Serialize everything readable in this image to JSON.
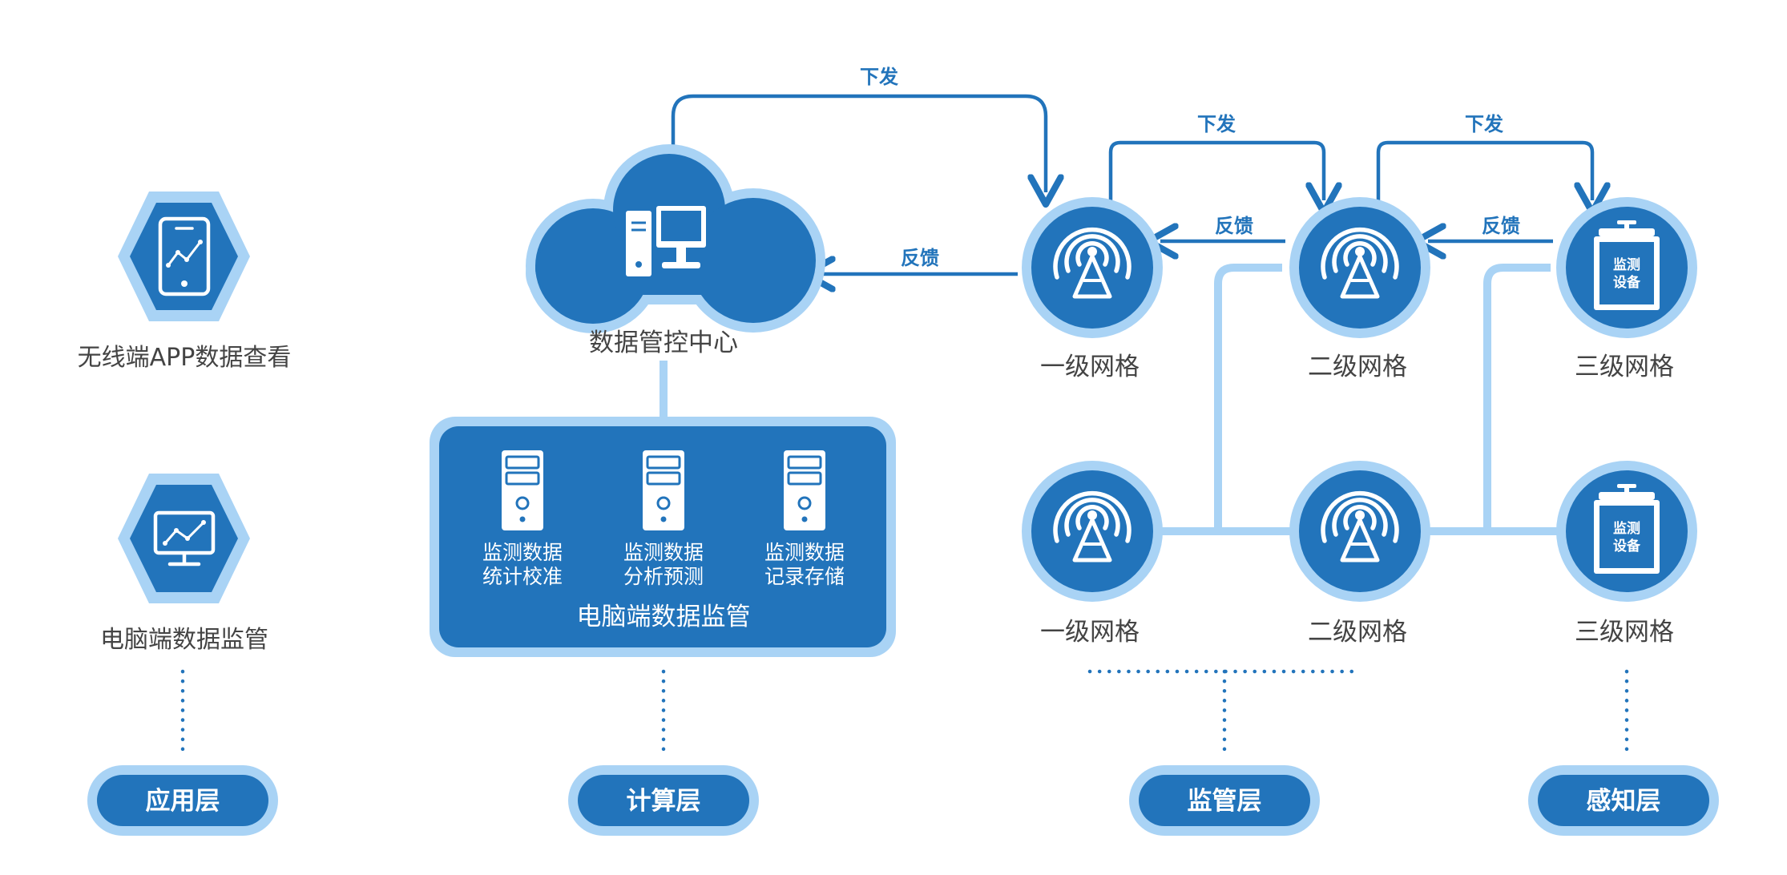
{
  "colors": {
    "primary": "#2274BB",
    "light": "#A9D3F5",
    "dot": "#2274BB",
    "text": "#444444",
    "white": "#ffffff"
  },
  "application_items": [
    {
      "label": "无线端APP数据查看",
      "icon": "smartphone-chart-icon"
    },
    {
      "label": "电脑端数据监管",
      "icon": "monitor-chart-icon"
    }
  ],
  "cloud": {
    "label": "数据管控中心",
    "icon": "desktop-computer-icon"
  },
  "pc_box": {
    "title": "电脑端数据监管",
    "servers": [
      {
        "line1": "监测数据",
        "line2": "统计校准"
      },
      {
        "line1": "监测数据",
        "line2": "分析预测"
      },
      {
        "line1": "监测数据",
        "line2": "记录存储"
      }
    ]
  },
  "grid_nodes": [
    {
      "label": "一级网格",
      "icon": "signal-tower-icon"
    },
    {
      "label": "二级网格",
      "icon": "signal-tower-icon"
    },
    {
      "label": "三级网格",
      "icon": "monitoring-device-icon",
      "device_line1": "监测",
      "device_line2": "设备"
    },
    {
      "label": "一级网格",
      "icon": "signal-tower-icon"
    },
    {
      "label": "二级网格",
      "icon": "signal-tower-icon"
    },
    {
      "label": "三级网格",
      "icon": "monitoring-device-icon",
      "device_line1": "监测",
      "device_line2": "设备"
    }
  ],
  "arrows": {
    "down_1": "下发",
    "down_2": "下发",
    "down_3": "下发",
    "feedback_1": "反馈",
    "feedback_2": "反馈",
    "feedback_3": "反馈"
  },
  "layers": [
    {
      "label": "应用层"
    },
    {
      "label": "计算层"
    },
    {
      "label": "监管层"
    },
    {
      "label": "感知层"
    }
  ]
}
